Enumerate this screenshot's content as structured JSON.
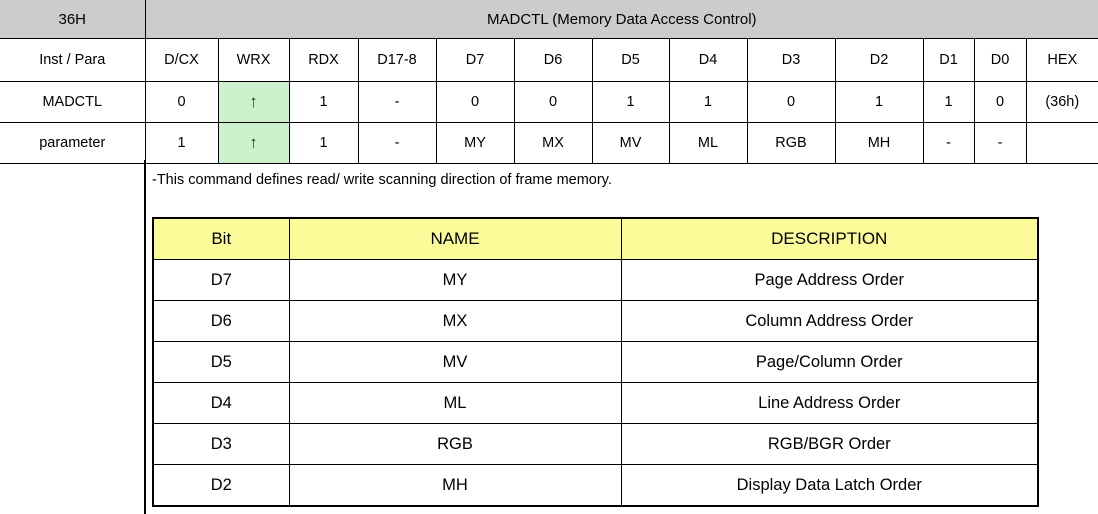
{
  "command_table": {
    "command_code": "36H",
    "command_title": "MADCTL (Memory Data Access Control)",
    "columns": [
      "Inst / Para",
      "D/CX",
      "WRX",
      "RDX",
      "D17-8",
      "D7",
      "D6",
      "D5",
      "D4",
      "D3",
      "D2",
      "D1",
      "D0",
      "HEX"
    ],
    "rows": [
      {
        "label": "MADCTL",
        "cells": [
          "0",
          "↑",
          "1",
          "-",
          "0",
          "0",
          "1",
          "1",
          "0",
          "1",
          "1",
          "0",
          "(36h)"
        ]
      },
      {
        "label": "parameter",
        "cells": [
          "1",
          "↑",
          "1",
          "-",
          "MY",
          "MX",
          "MV",
          "ML",
          "RGB",
          "MH",
          "-",
          "-",
          ""
        ]
      }
    ],
    "highlight_color": "#cdf0cd",
    "header_color": "#cccccc"
  },
  "note": "-This command defines read/ write scanning direction of frame memory.",
  "bit_table": {
    "header_color": "#fbfb9a",
    "columns": [
      "Bit",
      "NAME",
      "DESCRIPTION"
    ],
    "rows": [
      {
        "bit": "D7",
        "name": "MY",
        "description": "Page Address Order"
      },
      {
        "bit": "D6",
        "name": "MX",
        "description": "Column Address Order"
      },
      {
        "bit": "D5",
        "name": "MV",
        "description": "Page/Column Order"
      },
      {
        "bit": "D4",
        "name": "ML",
        "description": "Line Address Order"
      },
      {
        "bit": "D3",
        "name": "RGB",
        "description": "RGB/BGR Order"
      },
      {
        "bit": "D2",
        "name": "MH",
        "description": "Display Data Latch Order"
      }
    ]
  }
}
